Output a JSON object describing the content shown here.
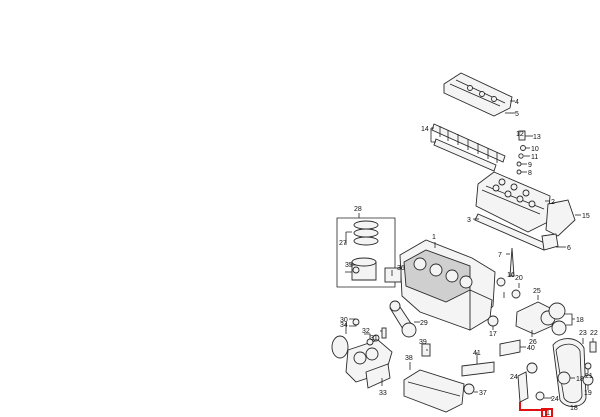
{
  "callouts": {
    "c1": "1",
    "c2": "2",
    "c3": "3",
    "c4": "4",
    "c5": "5",
    "c6": "6",
    "c7": "7",
    "c8": "8",
    "c9": "9",
    "c10": "10",
    "c11": "11",
    "c12": "12",
    "c13": "13",
    "c14": "14",
    "c15": "15",
    "c16": "16",
    "c17": "17",
    "c18a": "18",
    "c18b": "18",
    "c18c": "18",
    "c19": "19",
    "c20": "20",
    "c21": "21",
    "c22": "22",
    "c23": "23",
    "c24a": "24",
    "c24b": "24",
    "c25": "25",
    "c26": "26",
    "c27": "27",
    "c28": "28",
    "c29": "29",
    "c30": "30",
    "c31": "31",
    "c32": "32",
    "c33": "33",
    "c34": "34",
    "c35": "35",
    "c36": "36",
    "c37": "37",
    "c38": "38",
    "c39": "39",
    "c40": "40",
    "c41": "41"
  },
  "colors": {
    "highlight": "#e01010",
    "line": "#222222"
  }
}
